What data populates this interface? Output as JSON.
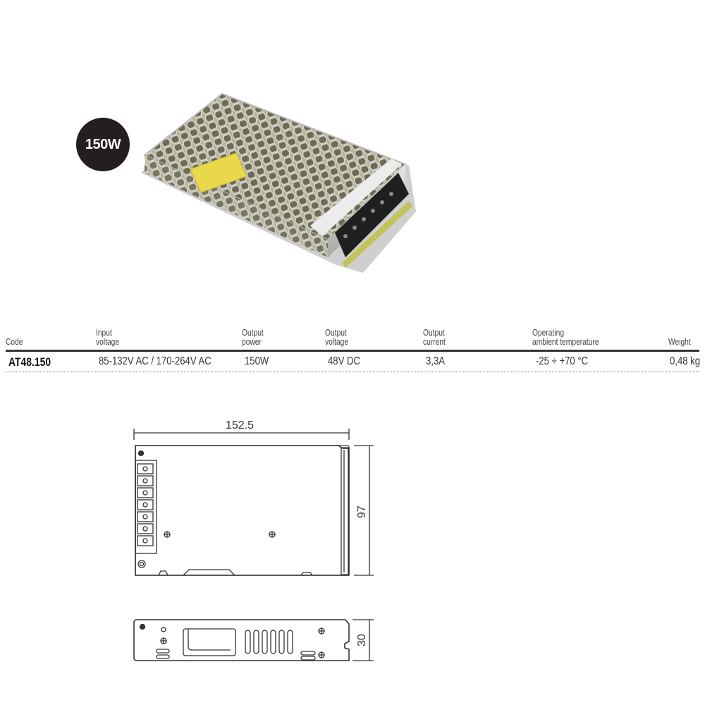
{
  "badge": {
    "label": "150W",
    "color": "#231f20"
  },
  "product_image": {
    "alt": "Metal mesh enclosed switching power supply with screw terminal block"
  },
  "spec_table": {
    "headers": [
      {
        "key": "code",
        "line1": "",
        "line2": "Code"
      },
      {
        "key": "input_voltage",
        "line1": "Input",
        "line2": "voltage"
      },
      {
        "key": "output_power",
        "line1": "Output",
        "line2": "power"
      },
      {
        "key": "output_voltage",
        "line1": "Output",
        "line2": "voltage"
      },
      {
        "key": "output_current",
        "line1": "Output",
        "line2": "current"
      },
      {
        "key": "temperature",
        "line1": "Operating",
        "line2": "ambient temperature"
      },
      {
        "key": "weight",
        "line1": "",
        "line2": "Weight"
      }
    ],
    "rows": [
      {
        "code": "AT48.150",
        "input_voltage": "85-132V AC / 170-264V AC",
        "output_power": "150W",
        "output_voltage": "48V DC",
        "output_current": "3,3A",
        "temperature": "-25 ÷ +70 °C",
        "weight": "0,48 kg"
      }
    ]
  },
  "drawings": {
    "top_view": {
      "width_dim": "152.5",
      "height_dim": "97",
      "terminal_count": 7
    },
    "side_view": {
      "height_dim": "30",
      "vent_slots": 6
    }
  }
}
